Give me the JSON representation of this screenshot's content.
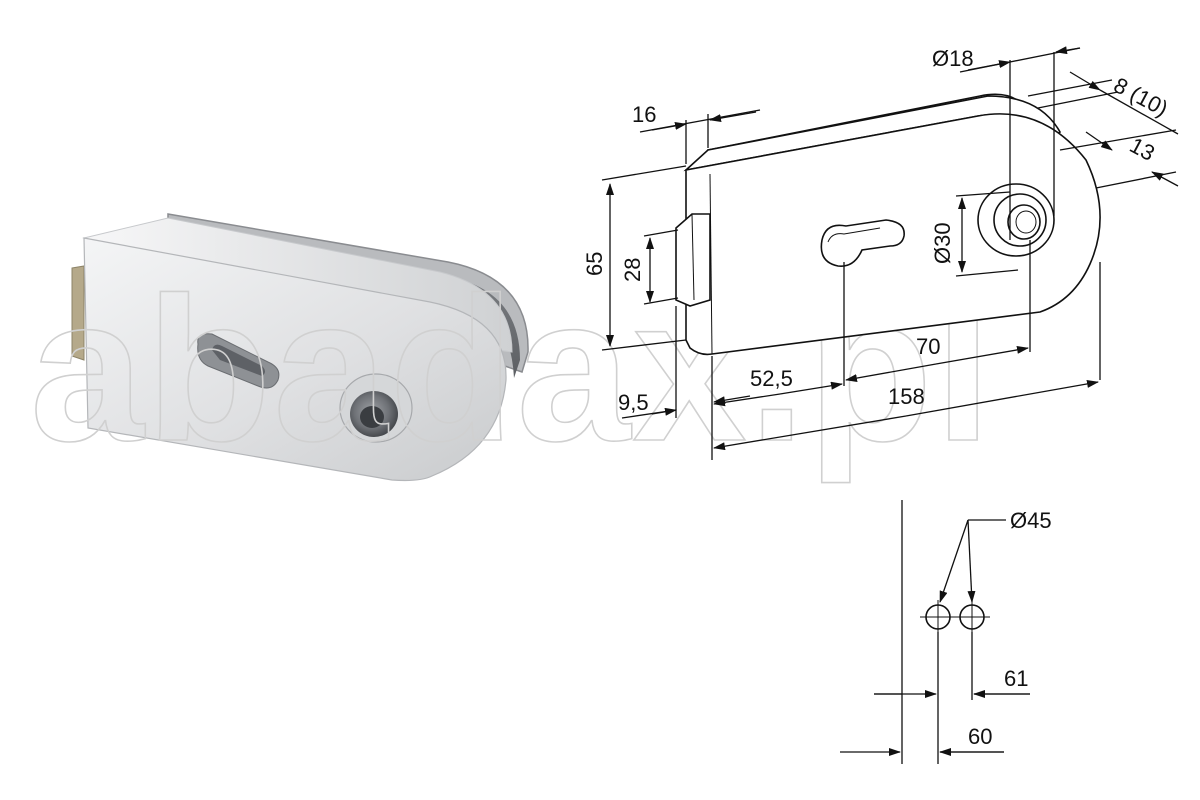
{
  "watermark": "abadax.pl",
  "colors": {
    "line": "#111111",
    "metal_light": "#e9eaec",
    "metal_mid": "#bfc1c4",
    "metal_dark": "#7d8084",
    "watermark": "#d0d0d0"
  },
  "dimensions": {
    "d_ring": "Ø18",
    "thickness": "8 (10)",
    "depth": "13",
    "width_16": "16",
    "height_65": "65",
    "height_28": "28",
    "d_lock": "Ø30",
    "offset_9_5": "9,5",
    "dist_52_5": "52,5",
    "dist_70": "70",
    "length_158": "158"
  },
  "hole_diagram": {
    "diameter": "Ø45",
    "dist_61": "61",
    "dist_60": "60"
  }
}
